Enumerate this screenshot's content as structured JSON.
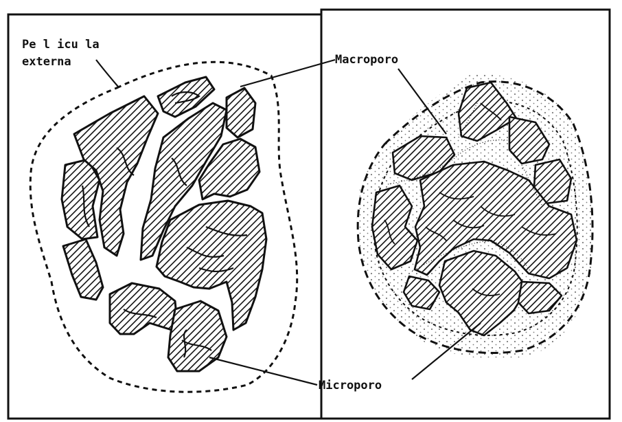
{
  "labels": {
    "pelicula_line1": "Pe l icu la",
    "pelicula_line2": "externa",
    "macroporo": "Macroporo",
    "microporo": "Microporo"
  },
  "colors": {
    "ink": "#111111",
    "paper": "#ffffff"
  }
}
